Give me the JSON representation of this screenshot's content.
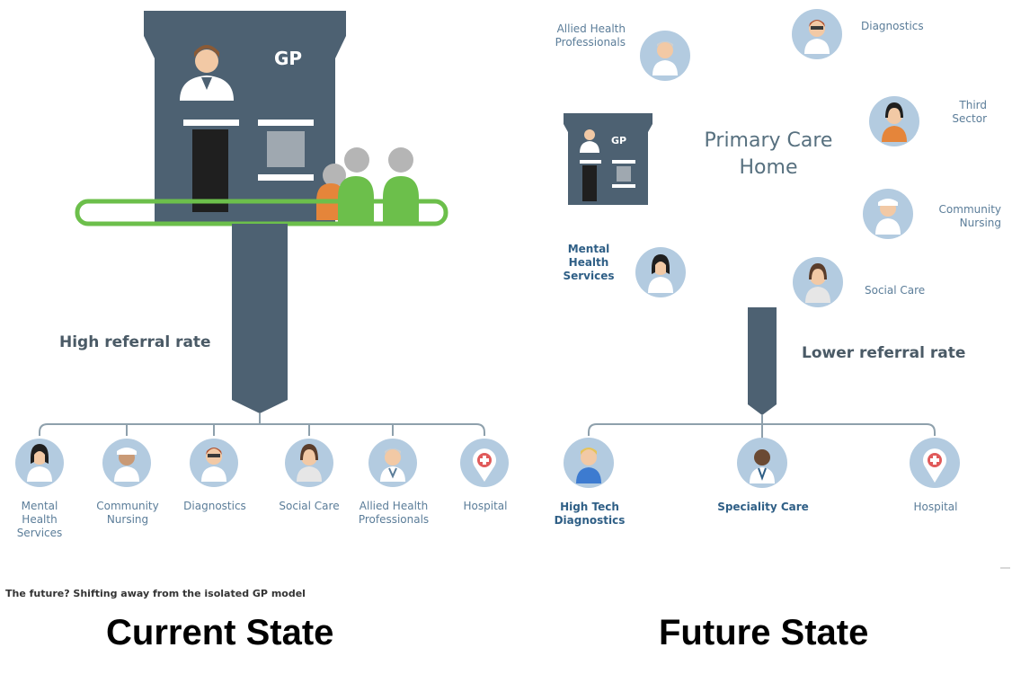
{
  "current": {
    "gp_label": "GP",
    "referral_text": "High referral rate",
    "services": [
      {
        "label": "Mental Health Services",
        "icon": "woman-dark-hair-icon"
      },
      {
        "label": "Community Nursing",
        "icon": "nurse-icon"
      },
      {
        "label": "Diagnostics",
        "icon": "technician-icon"
      },
      {
        "label": "Social Care",
        "icon": "care-worker-icon"
      },
      {
        "label": "Allied Health Professionals",
        "icon": "clinician-icon"
      },
      {
        "label": "Hospital",
        "icon": "hospital-pin-icon"
      }
    ]
  },
  "future": {
    "gp_label": "GP",
    "hub_title": "Primary Care Home",
    "referral_text": "Lower referral rate",
    "satellites": [
      {
        "label": "Allied Health Professionals",
        "icon": "clinician-icon"
      },
      {
        "label": "Diagnostics",
        "icon": "technician-icon"
      },
      {
        "label": "Third Sector",
        "icon": "volunteer-icon"
      },
      {
        "label": "Community Nursing",
        "icon": "nurse-icon"
      },
      {
        "label": "Social Care",
        "icon": "care-worker-icon"
      },
      {
        "label": "Mental Health Services",
        "icon": "woman-dark-hair-icon"
      }
    ],
    "services": [
      {
        "label": "High Tech Diagnostics",
        "icon": "technician-icon"
      },
      {
        "label": "Speciality Care",
        "icon": "doctor-icon"
      },
      {
        "label": "Hospital",
        "icon": "hospital-pin-icon"
      }
    ]
  },
  "caption": "The future? Shifting away from the isolated GP model",
  "state_labels": {
    "current": "Current State",
    "future": "Future State"
  },
  "colors": {
    "slate": "#4d6172",
    "circle": "#b3cbe0",
    "line": "#8ea0ac",
    "green": "#6cbf4b",
    "orange": "#e5853a",
    "hospital_red": "#e05a5a",
    "text_blue": "#5b7d99"
  }
}
